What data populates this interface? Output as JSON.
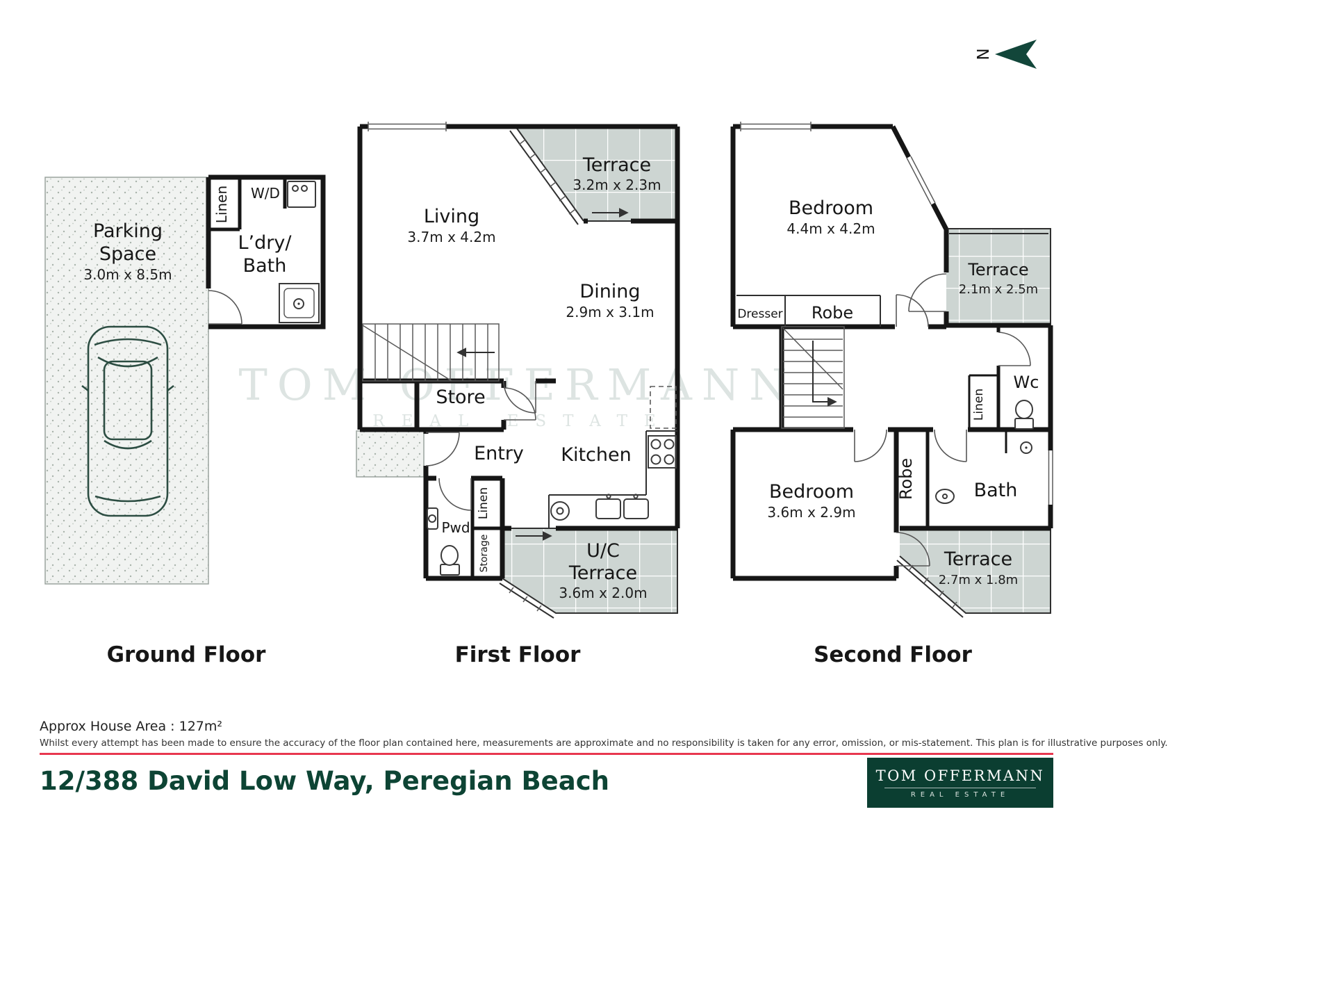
{
  "north": {
    "label": "N"
  },
  "watermark": {
    "line1": "TOM OFFERMANN",
    "line2": "REAL ESTATE"
  },
  "floors": {
    "ground": {
      "title": "Ground Floor",
      "parking": {
        "line1": "Parking",
        "line2": "Space",
        "dims": "3.0m x 8.5m"
      },
      "linen": "Linen",
      "wd": "W/D",
      "laundry": {
        "line1": "L’dry/",
        "line2": "Bath"
      }
    },
    "first": {
      "title": "First Floor",
      "terrace": {
        "label": "Terrace",
        "dims": "3.2m x 2.3m"
      },
      "living": {
        "label": "Living",
        "dims": "3.7m x 4.2m"
      },
      "dining": {
        "label": "Dining",
        "dims": "2.9m x 3.1m"
      },
      "store": "Store",
      "entry": "Entry",
      "kitchen": "Kitchen",
      "pwd": "Pwd",
      "linen": "Linen",
      "storage": "Storage",
      "uc_terrace": {
        "line1": "U/C",
        "line2": "Terrace",
        "dims": "3.6m x 2.0m"
      }
    },
    "second": {
      "title": "Second Floor",
      "bedroom1": {
        "label": "Bedroom",
        "dims": "4.4m x 4.2m"
      },
      "terrace1": {
        "label": "Terrace",
        "dims": "2.1m x 2.5m"
      },
      "dresser": "Dresser",
      "robe1": "Robe",
      "wc": "Wc",
      "linen": "Linen",
      "bedroom2": {
        "label": "Bedroom",
        "dims": "3.6m x 2.9m"
      },
      "robe2": "Robe",
      "bath": "Bath",
      "terrace2": {
        "label": "Terrace",
        "dims": "2.7m x 1.8m"
      }
    }
  },
  "footer": {
    "area": "Approx House Area : 127m²",
    "disclaimer": "Whilst every attempt has been made to ensure the accuracy of the floor plan contained here, measurements are approximate and no responsibility is taken for any error, omission, or mis-statement. This plan is for illustrative purposes only.",
    "address": "12/388 David Low Way, Peregian Beach"
  },
  "brand": {
    "name": "TOM OFFERMANN",
    "tagline": "REAL ESTATE"
  },
  "colors": {
    "brand_green": "#0b3e31",
    "accent_red": "#e8374f",
    "terrace_fill": "#cdd5d2"
  }
}
